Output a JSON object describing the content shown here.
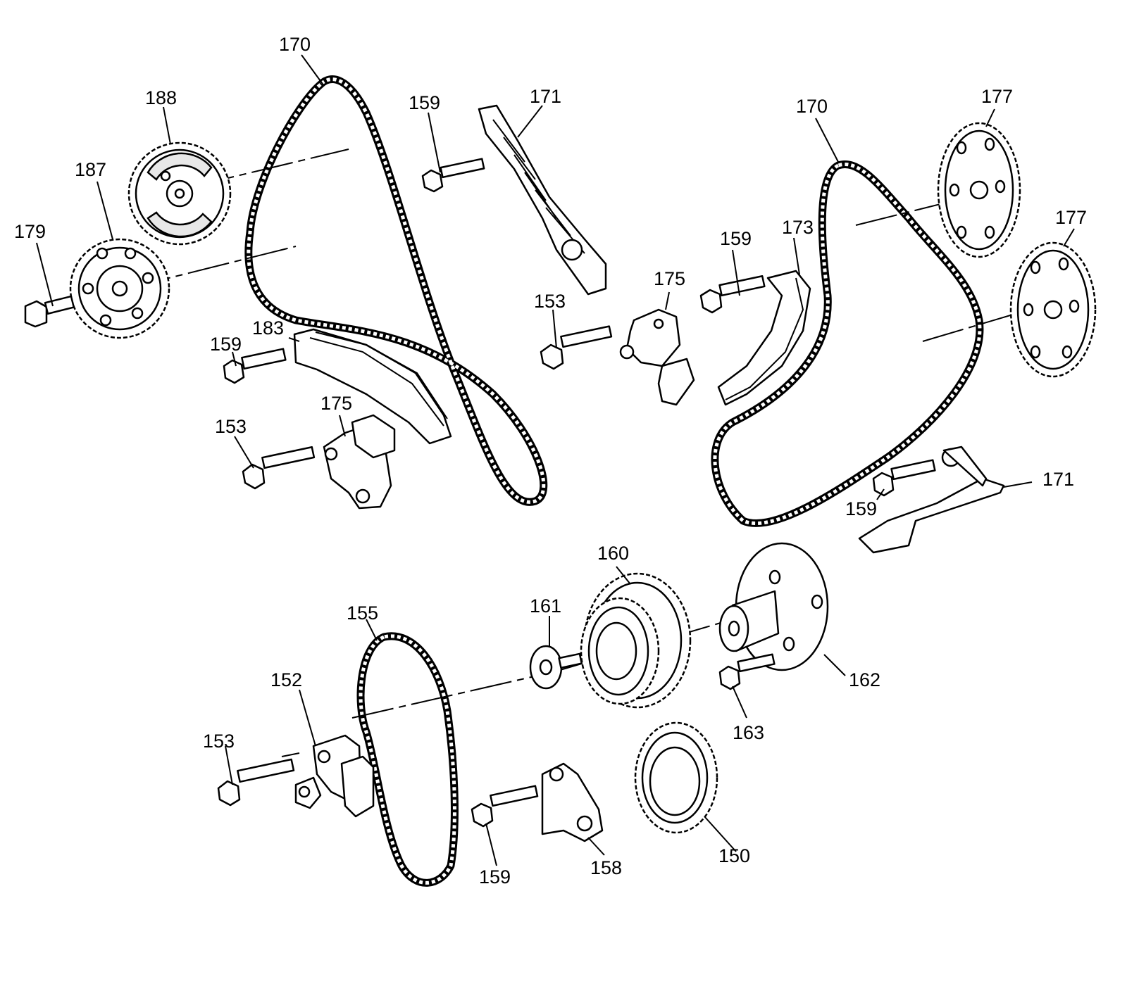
{
  "diagram": {
    "callouts": {
      "c170a": "170",
      "c188": "188",
      "c187": "187",
      "c179": "179",
      "c159a": "159",
      "c171a": "171",
      "c183": "183",
      "c159b": "159",
      "c175a": "175",
      "c153a": "153",
      "c170b": "170",
      "c177a": "177",
      "c177b": "177",
      "c159c": "159",
      "c173": "173",
      "c175b": "175",
      "c153b": "153",
      "c171b": "171",
      "c159d": "159",
      "c160": "160",
      "c161": "161",
      "c155": "155",
      "c152": "152",
      "c153c": "153",
      "c162": "162",
      "c163": "163",
      "c159e": "159",
      "c158": "158",
      "c150": "150"
    }
  }
}
